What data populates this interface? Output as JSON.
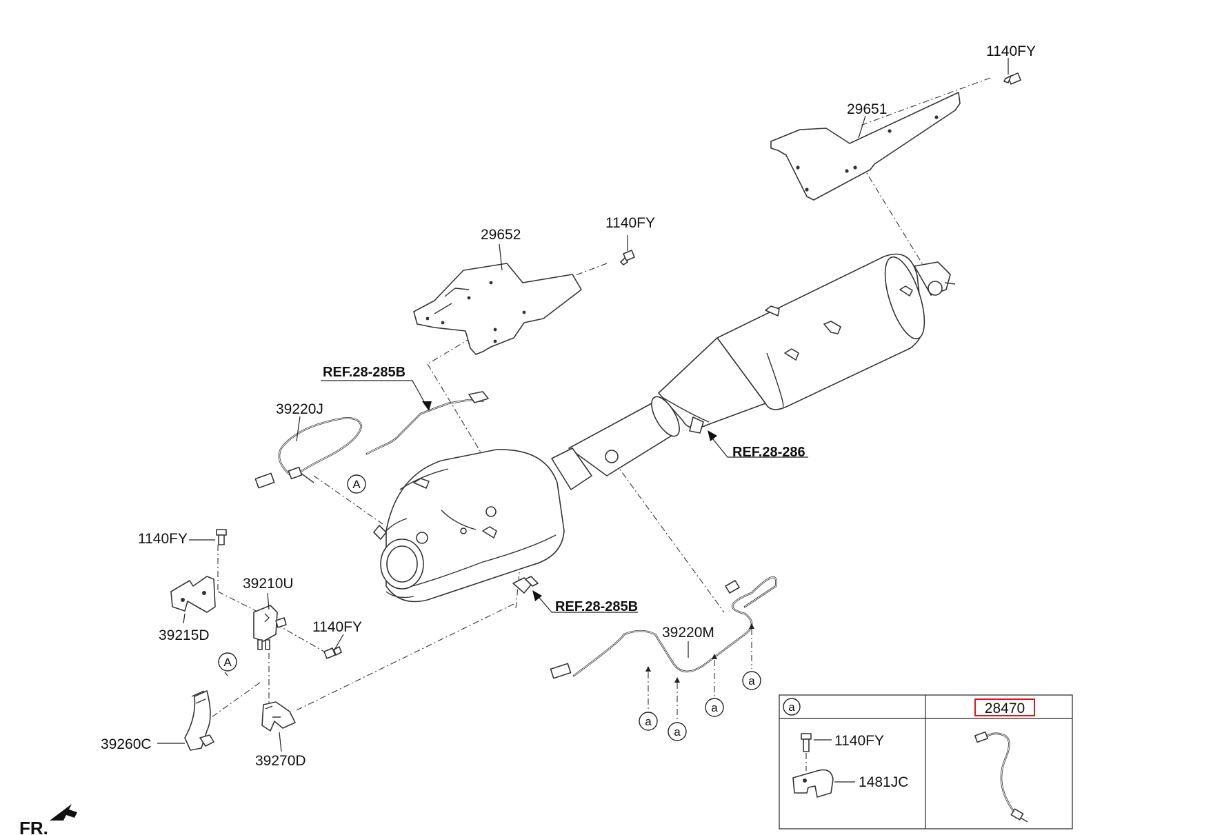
{
  "labels": {
    "bolt_top_right": "1140FY",
    "bracket_rear": "29651",
    "bracket_mid": "29652",
    "bolt_mid": "1140FY",
    "ref_top": "REF.28-285B",
    "ref_right": "REF.28-286",
    "ref_bottom": "REF.28-285B",
    "sensor_j": "39220J",
    "bolt_left": "1140FY",
    "sensor_u": "39210U",
    "bracket_d": "39215D",
    "bolt_lower": "1140FY",
    "sensor_m": "39220M",
    "hose_c": "39260C",
    "hose_d": "39270D",
    "front_marker": "FR."
  },
  "callouts": {
    "circle_A": "A",
    "circle_a": "a"
  },
  "legend": {
    "header_callout": "a",
    "header_part": "28470",
    "items": [
      {
        "code": "1140FY"
      },
      {
        "code": "1481JC"
      }
    ]
  },
  "colors": {
    "highlight_box": "#e0161c",
    "line": "#333333"
  }
}
